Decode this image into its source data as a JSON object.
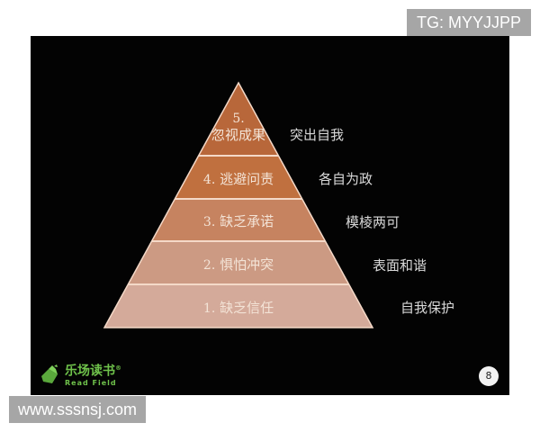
{
  "watermarks": {
    "top_right": "TG: MYYJJPP",
    "bottom_left": "www.sssnsj.com"
  },
  "pyramid": {
    "levels": [
      {
        "number": "5.",
        "label": "忽视成果",
        "side": "突出自我",
        "color": "#b8673a"
      },
      {
        "number": "4.",
        "label": "逃避问责",
        "side": "各自为政",
        "color": "#c0703f"
      },
      {
        "number": "3.",
        "label": "缺乏承诺",
        "side": "模棱两可",
        "color": "#c68360"
      },
      {
        "number": "2.",
        "label": "惧怕冲突",
        "side": "表面和谐",
        "color": "#cc9a83"
      },
      {
        "number": "1.",
        "label": "缺乏信任",
        "side": "自我保护",
        "color": "#d4aa9a"
      }
    ],
    "separator_color": "#f4d9c8"
  },
  "logo": {
    "cn": "乐场读书",
    "registered": "®",
    "en": "Read Field",
    "color": "#6fc24b"
  },
  "page_number": "8"
}
